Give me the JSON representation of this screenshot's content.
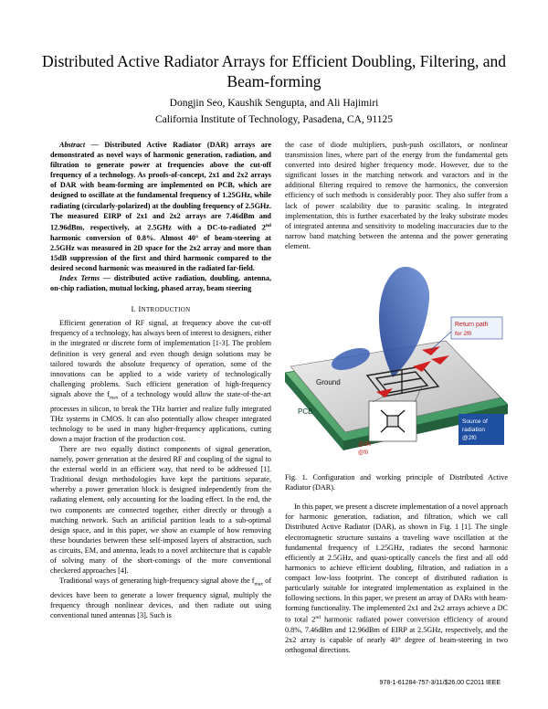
{
  "title": "Distributed Active Radiator Arrays for Efficient Doubling, Filtering, and Beam-forming",
  "authors": "Dongjin Seo, Kaushik Sengupta, and Ali Hajimiri",
  "affiliation": "California Institute of Technology, Pasadena, CA, 91125",
  "abstract": {
    "label": "Abstract —",
    "text_a": " Distributed Active Radiator (DAR) arrays are demonstrated as novel ways of harmonic generation, radiation, and filtration to generate power at frequencies above the cut-off frequency of a technology. As proofs-of-concept, 2x1 and 2x2 arrays of DAR with beam-forming are implemented on PCB, which are designed to oscillate at the fundamental frequency of 1.25GHz, while radiating (circularly-polarized) at the doubling frequency of 2.5GHz. The measured EIRP of 2x1 and 2x2 arrays are 7.46dBm and 12.96dBm, respectively, at 2.5GHz with a DC-to-radiated 2",
    "sup": "nd",
    "text_b": " harmonic conversion of 0.8%. Almost 40° of beam-steering at 2.5GHz was measured in 2D space for the 2x2 array and more than 15dB suppression of the first and third harmonic compared to the desired second harmonic was measured in the radiated far-field."
  },
  "index_terms": {
    "label": "Index Terms —",
    "text": " distributed active radiation, doubling, antenna, on-chip radiation, mutual locking, phased array, beam steering"
  },
  "section1": {
    "num": "I. ",
    "first": "I",
    "rest": "NTRODUCTION"
  },
  "para1": "Efficient generation of RF signal, at frequency above the cut-off frequency of a technology, has always been of interest to designers, either in the integrated or discrete form of implementation [1-3]. The problem definition is very general and even though design solutions may be tailored towards the absolute frequency of operation, some of the innovations can be applied to a wide variety of technologically challenging problems. Such efficient generation of high-frequency signals above the f",
  "para1_sub": "max",
  "para1_b": " of a technology would allow the state-of-the-art processes in silicon, to break the THz barrier and realize fully integrated THz systems in CMOS. It can also potentially allow cheaper integrated technology to be used in many higher-frequency applications, cutting down a major fraction of the production cost.",
  "para2": "There are two equally distinct components of signal generation, namely, power generation at the desired RF and coupling of the signal to the external world in an efficient way, that need to be addressed [1]. Traditional design methodologies have kept the partitions separate, whereby a power generation block is designed independently from the radiating element, only accounting for the loading effect. In the end, the two components are connected together, either directly or through a matching network. Such an artificial partition leads to a sub-optimal design space, and in this paper, we show an example of how removing these boundaries between these self-imposed layers of abstraction, such as circuits, EM, and antenna, leads to a novel architecture that is capable of solving many of the short-comings of the more conventional checkered approaches [4].",
  "para3": "Traditional ways of generating high-frequency signal above the f",
  "para3_sub": "max",
  "para3_b": " of devices have been to generate a lower frequency signal, multiply the frequency through nonlinear devices, and then radiate out using conventional tuned antennas [3]. Such is",
  "right_para1": "the case of diode multipliers, push-push oscillators, or nonlinear transmission lines, where part of the energy from the fundamental gets converted into desired higher frequency mode. However, due to the significant losses in the matching network and varactors and in the additional filtering required to remove the harmonics, the conversion efficiency of such methods is considerably poor. They also suffer from a lack of power scalability due to parasitic scaling. In integrated implementation, this is further exacerbated by the leaky substrate modes of integrated antenna and sensitivity to modeling inaccuracies due to the narrow band matching between the antenna and the power generating element.",
  "figure": {
    "label_return": "Return path",
    "label_for": "for 2f0",
    "label_ground": "Ground",
    "label_pcb": "PCB",
    "label_2f0": "@2f0",
    "label_f0": "@f0",
    "label_side1": "Source of",
    "label_side2": "radiation",
    "label_side3": "@2f0"
  },
  "caption": "Fig. 1. Configuration and working principle of Distributed Active Radiator (DAR).",
  "right_para2": "In this paper, we present a discrete implementation of a novel approach for harmonic generation, radiation, and filtration, which we call Distributed Active Radiator (DAR), as shown in Fig. 1 [1]. The single electromagnetic structure sustains a traveling wave oscillation at the fundamental frequency of 1.25GHz, radiates the second harmonic efficiently at 2.5GHz, and quasi-optically cancels the first and all odd harmonics to achieve efficient doubling, filtration, and radiation in a compact low-loss footprint. The concept of distributed radiation is particularly suitable for integrated implementation as explained in the following sections. In this paper, we present an array of DARs with beam-forming functionality. The implemented 2x1 and 2x2 arrays achieve a DC to total 2",
  "right_para2_sup": "nd",
  "right_para2_b": " harmonic radiated power conversion efficiency of around 0.8%, 7.46dBm and 12.96dBm of EIRP at 2.5GHz, respectively, and the 2x2 array is capable of nearly 40° degree of beam-steering in two orthogonal directions.",
  "footer": "978-1-61284-757-3/11/$26.00 C2011 IEEE"
}
